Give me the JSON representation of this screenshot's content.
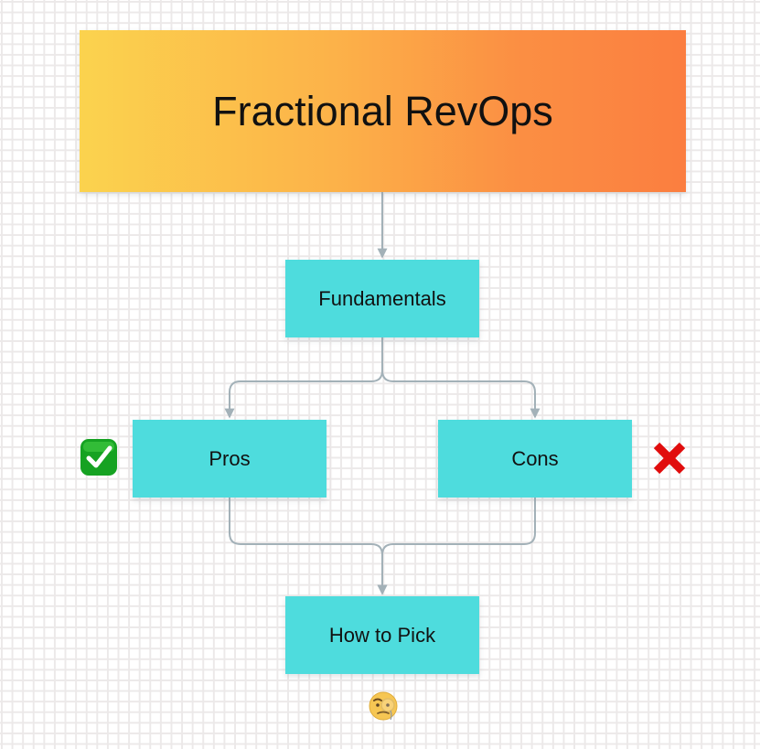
{
  "diagram": {
    "type": "flowchart",
    "direction": "top-down",
    "background": {
      "color": "#ffffff",
      "pattern": "dotted-grid",
      "dot_color": "#ece9e9"
    },
    "title_node": {
      "label": "Fractional RevOps",
      "gradient_from": "#fbd34e",
      "gradient_to": "#fb7e40",
      "text_color": "#111111"
    },
    "nodes": [
      {
        "id": "fundamentals",
        "label": "Fundamentals",
        "color": "#4edcdd"
      },
      {
        "id": "pros",
        "label": "Pros",
        "color": "#4edcdd"
      },
      {
        "id": "cons",
        "label": "Cons",
        "color": "#4edcdd"
      },
      {
        "id": "how-to-pick",
        "label": "How to Pick",
        "color": "#4edcdd"
      }
    ],
    "edges": [
      {
        "from": "Fractional RevOps",
        "to": "Fundamentals"
      },
      {
        "from": "Fundamentals",
        "to": "Pros"
      },
      {
        "from": "Fundamentals",
        "to": "Cons"
      },
      {
        "from": "Pros",
        "to": "How to Pick"
      },
      {
        "from": "Cons",
        "to": "How to Pick"
      }
    ],
    "edge_color": "#a3b1b8",
    "annotations": [
      {
        "id": "check",
        "icon": "white-check-mark-icon",
        "glyph": "✅",
        "attached_to": "Pros",
        "position": "left",
        "color": "#1fa82a"
      },
      {
        "id": "cross",
        "icon": "cross-mark-icon",
        "glyph": "❌",
        "attached_to": "Cons",
        "position": "right",
        "color": "#e00a0a"
      },
      {
        "id": "monocle",
        "icon": "face-with-monocle-icon",
        "glyph": "🧐",
        "attached_to": "How to Pick",
        "position": "below",
        "color": "#f5c14e"
      }
    ]
  }
}
